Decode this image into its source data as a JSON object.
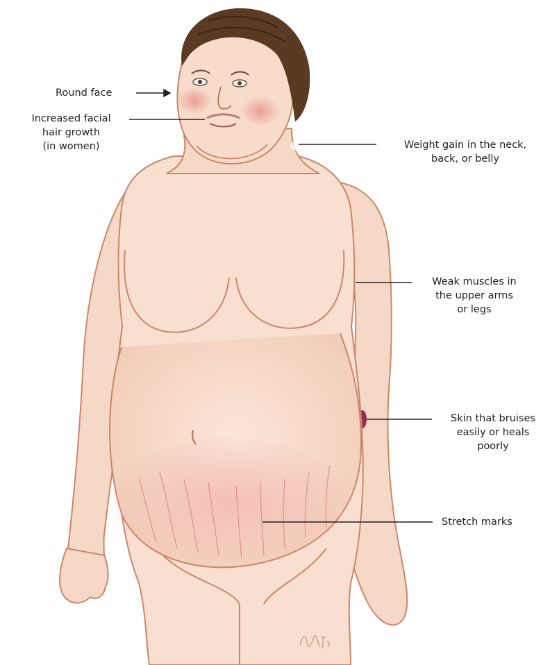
{
  "labels": {
    "round_face": "Round face",
    "facial_hair": [
      "Increased facial",
      "hair growth",
      "(in women)"
    ],
    "weight_gain": [
      "Weight gain in the neck,",
      "back, or belly"
    ],
    "weak_muscles": [
      "Weak muscles in",
      "the upper arms",
      "or legs"
    ],
    "bruises": [
      "Skin that bruises",
      "easily or heals",
      "poorly"
    ],
    "stretch_marks": "Stretch marks"
  },
  "colors": {
    "skin": "#f7dccb",
    "skin_outline": "#c9876a",
    "hair": "#5a3a22",
    "bruise": "#8b1c3c",
    "stretch": "#d98a90",
    "leader": "#222222"
  }
}
